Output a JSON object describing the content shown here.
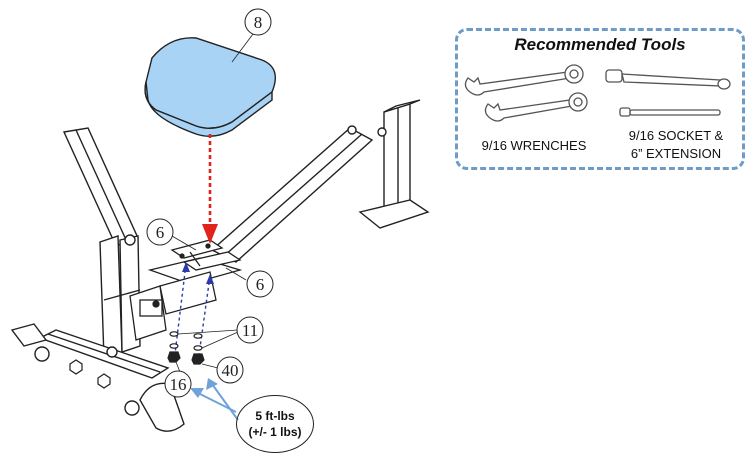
{
  "callouts": {
    "pad": "8",
    "bracket_left": "6",
    "bracket_right": "6",
    "washer": "11",
    "bolt": "16",
    "nut": "40"
  },
  "tools": {
    "title": "Recommended Tools",
    "wrench_label": "9/16 WRENCHES",
    "socket_label_line1": "9/16 SOCKET &",
    "socket_label_line2": "6” EXTENSION"
  },
  "torque": {
    "line1": "5 ft-lbs",
    "line2": "(+/- 1 lbs)"
  },
  "colors": {
    "pad_fill": "#a9d3f5",
    "arrow_red": "#e0241b",
    "guide_blue": "#2a3ba8",
    "torque_arrow": "#6fa3d8",
    "box_border": "#6f9bc8"
  }
}
